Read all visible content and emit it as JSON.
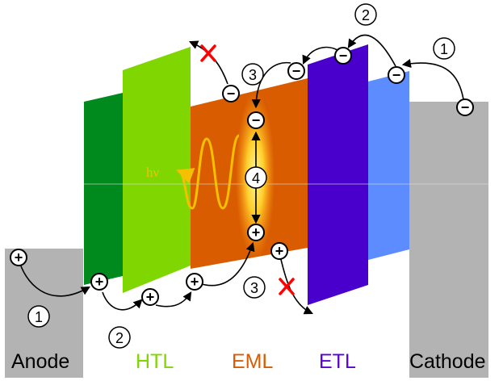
{
  "layers": {
    "anode": "Anode",
    "htl": "HTL",
    "eml": "EML",
    "etl": "ETL",
    "cathode": "Cathode"
  },
  "photon": "hν",
  "charges": {
    "hole": "+",
    "electron": "−"
  },
  "steps": {
    "injection": "1",
    "transport": "2",
    "recombination": "3",
    "exciton": "4"
  },
  "colors": {
    "anode": "#b3b3b3",
    "cathode": "#b3b3b3",
    "hil": "#008a1e",
    "htl": "#7fd600",
    "eml": "#d95d00",
    "etl": "#4a00cc",
    "eil": "#5c8cff",
    "photon": "#f5c000",
    "blocked": "#ff0000",
    "htl_text": "#7fd600",
    "eml_text": "#d95d00",
    "etl_text": "#5a00d6"
  }
}
